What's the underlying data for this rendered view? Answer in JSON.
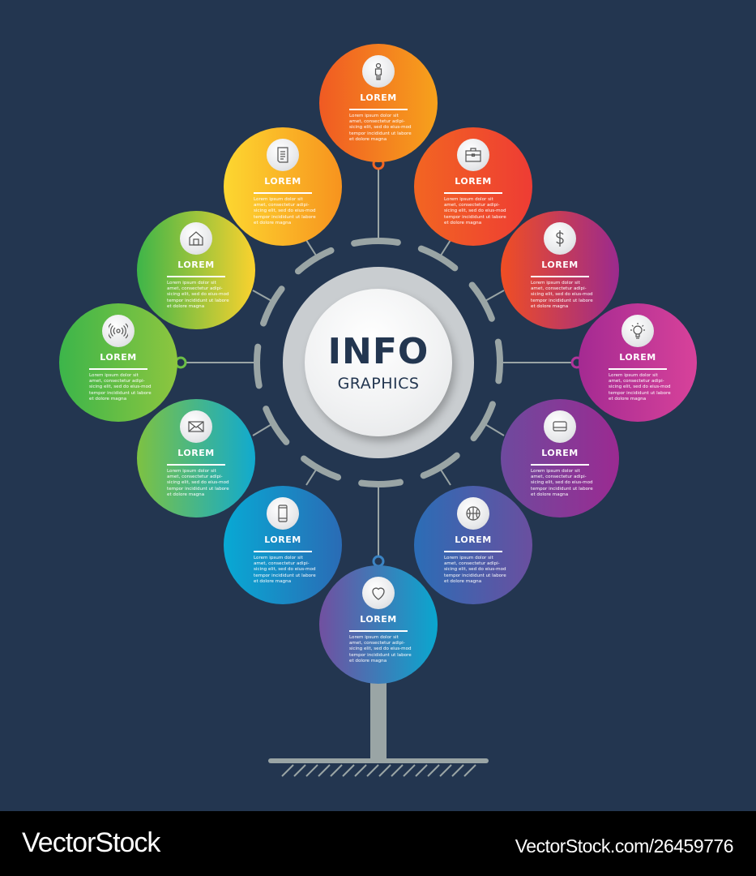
{
  "center": {
    "title": "INFO",
    "subtitle": "GRAPHICS"
  },
  "colors": {
    "background": "#233650",
    "connector": "#9aa5a5",
    "hub_outer": "#c9cdd0",
    "text_dark": "#233650"
  },
  "nodes": [
    {
      "position": "top",
      "icon": "person-icon",
      "title": "LOREM",
      "text": "Lorem ipsum dolor sit amet, consectetur adipi-sicing elit, sed do eius-mod tempor incididunt ut labore et dolore magna",
      "gradient": [
        "#f05a23",
        "#f7a21c"
      ]
    },
    {
      "position": "upper-right-1",
      "icon": "briefcase-icon",
      "title": "LOREM",
      "text": "Lorem ipsum dolor sit amet, consectetur adipi-sicing elit, sed do eius-mod tempor incididunt ut labore et dolore magna",
      "gradient": [
        "#f26522",
        "#ee3c34"
      ]
    },
    {
      "position": "upper-right-2",
      "icon": "dollar-icon",
      "title": "LOREM",
      "text": "Lorem ipsum dolor sit amet, consectetur adipi-sicing elit, sed do eius-mod tempor incididunt ut labore et dolore magna",
      "gradient": [
        "#f04e23",
        "#9b2a8e"
      ]
    },
    {
      "position": "right",
      "icon": "lightbulb-icon",
      "title": "LOREM",
      "text": "Lorem ipsum dolor sit amet, consectetur adipi-sicing elit, sed do eius-mod tempor incididunt ut labore et dolore magna",
      "gradient": [
        "#a42a92",
        "#d8429a"
      ]
    },
    {
      "position": "lower-right-2",
      "icon": "laptop-icon",
      "title": "LOREM",
      "text": "Lorem ipsum dolor sit amet, consectetur adipi-sicing elit, sed do eius-mod tempor incididunt ut labore et dolore magna",
      "gradient": [
        "#6e4a9e",
        "#9b2a91"
      ]
    },
    {
      "position": "lower-right-1",
      "icon": "basketball-icon",
      "title": "LOREM",
      "text": "Lorem ipsum dolor sit amet, consectetur adipi-sicing elit, sed do eius-mod tempor incididunt ut labore et dolore magna",
      "gradient": [
        "#2b6db6",
        "#6a4f9f"
      ]
    },
    {
      "position": "bottom",
      "icon": "heart-icon",
      "title": "LOREM",
      "text": "Lorem ipsum dolor sit amet, consectetur adipi-sicing elit, sed do eius-mod tempor incididunt ut labore et dolore magna",
      "gradient": [
        "#7150a0",
        "#0aa7cf"
      ]
    },
    {
      "position": "lower-left-1",
      "icon": "smartphone-icon",
      "title": "LOREM",
      "text": "Lorem ipsum dolor sit amet, consectetur adipi-sicing elit, sed do eius-mod tempor incididunt ut labore et dolore magna",
      "gradient": [
        "#08a9d4",
        "#2a6bb5"
      ]
    },
    {
      "position": "lower-left-2",
      "icon": "envelope-icon",
      "title": "LOREM",
      "text": "Lorem ipsum dolor sit amet, consectetur adipi-sicing elit, sed do eius-mod tempor incididunt ut labore et dolore magna",
      "gradient": [
        "#7dc242",
        "#11aacf"
      ]
    },
    {
      "position": "left",
      "icon": "signal-icon",
      "title": "LOREM",
      "text": "Lorem ipsum dolor sit amet, consectetur adipi-sicing elit, sed do eius-mod tempor incididunt ut labore et dolore magna",
      "gradient": [
        "#3cb54a",
        "#8dc63f"
      ]
    },
    {
      "position": "upper-left-2",
      "icon": "house-icon",
      "title": "LOREM",
      "text": "Lorem ipsum dolor sit amet, consectetur adipi-sicing elit, sed do eius-mod tempor incididunt ut labore et dolore magna",
      "gradient": [
        "#3db549",
        "#fbd22e"
      ]
    },
    {
      "position": "upper-left-1",
      "icon": "document-icon",
      "title": "LOREM",
      "text": "Lorem ipsum dolor sit amet, consectetur adipi-sicing elit, sed do eius-mod tempor incididunt ut labore et dolore magna",
      "gradient": [
        "#fdd730",
        "#f7931e"
      ]
    }
  ],
  "footer": {
    "brand": "VectorStock",
    "url": "VectorStock.com/26459776"
  }
}
